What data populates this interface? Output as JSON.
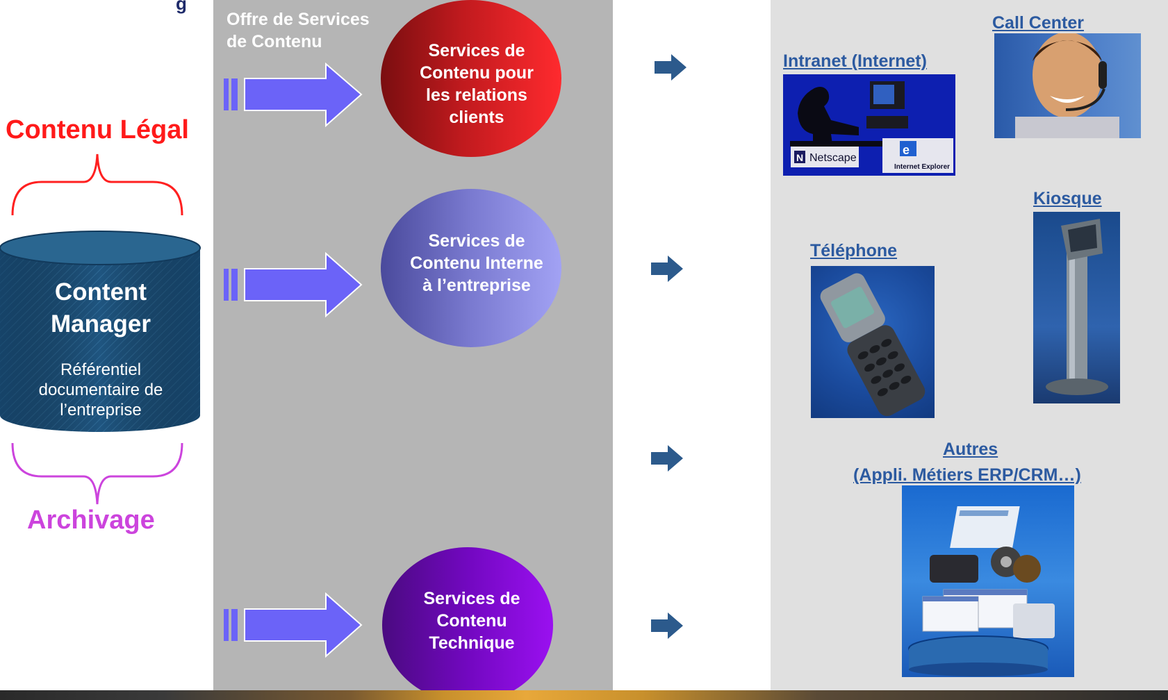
{
  "left": {
    "legal_label": "Contenu Légal",
    "archive_label": "Archivage",
    "repository": {
      "title_line1": "Content",
      "title_line2": "Manager",
      "subtitle_line1": "Référentiel",
      "subtitle_line2": "documentaire de",
      "subtitle_line3": "l’entreprise"
    }
  },
  "middle": {
    "header_line1": "Offre de Services",
    "header_line2": "de Contenu",
    "services": [
      {
        "lines": [
          "Services de",
          "Contenu pour",
          "les relations",
          "clients"
        ],
        "color": "#d42020"
      },
      {
        "lines": [
          "Services de",
          "Contenu Interne",
          "à l’entreprise"
        ],
        "color": "#8a8ae0"
      },
      {
        "lines": [
          "Services de",
          "Contenu",
          "Technique"
        ],
        "color": "#8a10d8"
      }
    ]
  },
  "right": {
    "channels": {
      "intranet": "Intranet (Internet)",
      "call_center": "Call Center",
      "kiosque": "Kiosque",
      "telephone": "Téléphone",
      "autres_line1": "Autres",
      "autres_line2": "(Appli. Métiers ERP/CRM…)"
    },
    "logos": {
      "netscape": "Netscape",
      "ie": "Internet Explorer"
    }
  },
  "colors": {
    "arrow_fill": "#6b63f8",
    "small_arrow": "#2c5a8c",
    "link": "#2c5aa0"
  }
}
